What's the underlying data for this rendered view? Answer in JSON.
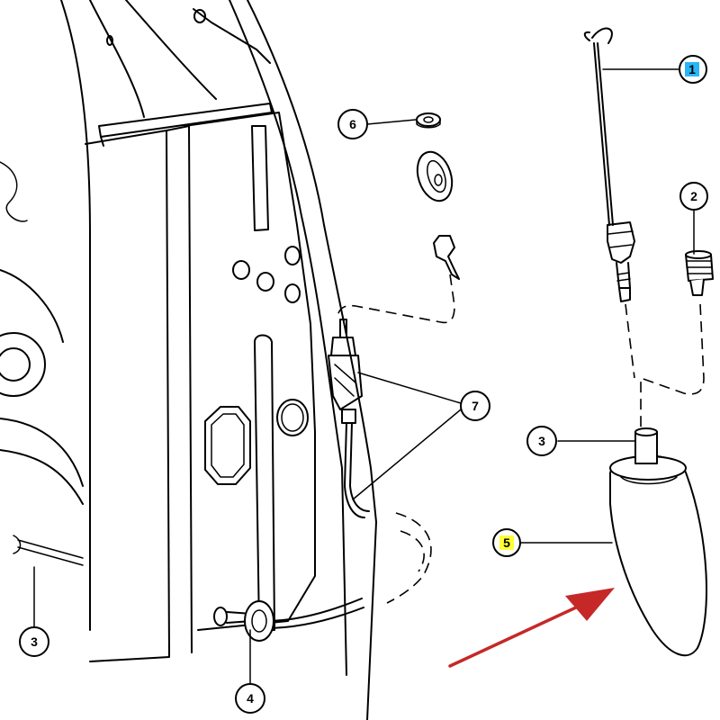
{
  "callouts": [
    {
      "id": "c1",
      "label": "1",
      "highlight": "#29b6f6"
    },
    {
      "id": "c2",
      "label": "2",
      "highlight": null
    },
    {
      "id": "c3a",
      "label": "3",
      "highlight": null
    },
    {
      "id": "c3b",
      "label": "3",
      "highlight": null
    },
    {
      "id": "c4",
      "label": "4",
      "highlight": null
    },
    {
      "id": "c5",
      "label": "5",
      "highlight": "#ffff33"
    },
    {
      "id": "c6",
      "label": "6",
      "highlight": null
    },
    {
      "id": "c7",
      "label": "7",
      "highlight": null
    }
  ],
  "colors": {
    "line": "#000000",
    "arrow": "#c62828",
    "background": "#ffffff"
  }
}
